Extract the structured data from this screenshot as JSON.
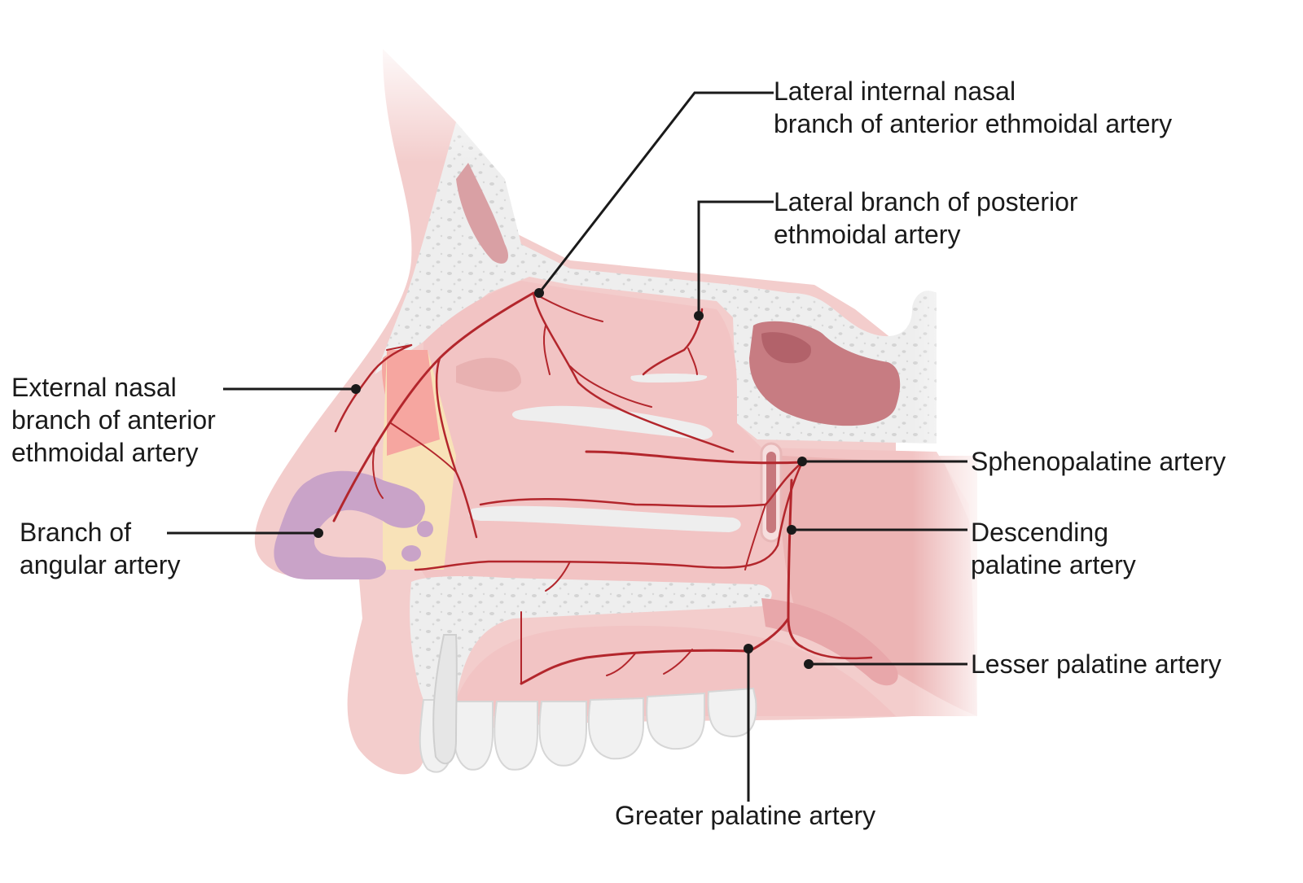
{
  "labels": {
    "lateral_internal_nasal": [
      "Lateral internal nasal",
      "branch of anterior ethmoidal artery"
    ],
    "lateral_posterior_ethmoidal": [
      "Lateral branch of posterior",
      "ethmoidal artery"
    ],
    "external_nasal": [
      "External nasal",
      "branch of anterior",
      "ethmoidal artery"
    ],
    "sphenopalatine": [
      "Sphenopalatine artery"
    ],
    "branch_angular": [
      "Branch of",
      "angular artery"
    ],
    "descending_palatine": [
      "Descending",
      "palatine artery"
    ],
    "lesser_palatine": [
      "Lesser palatine artery"
    ],
    "greater_palatine": [
      "Greater palatine artery"
    ]
  },
  "colors": {
    "artery": "#b3262c",
    "mucosa": "#f2c4c4",
    "bone": "#eeeeee",
    "cartilage": "#f8e2b8",
    "alar": "#c9a3c8",
    "skin": "#f3cdcc",
    "teeth": "#f1f1f1",
    "leader": "#1a1a1a"
  }
}
